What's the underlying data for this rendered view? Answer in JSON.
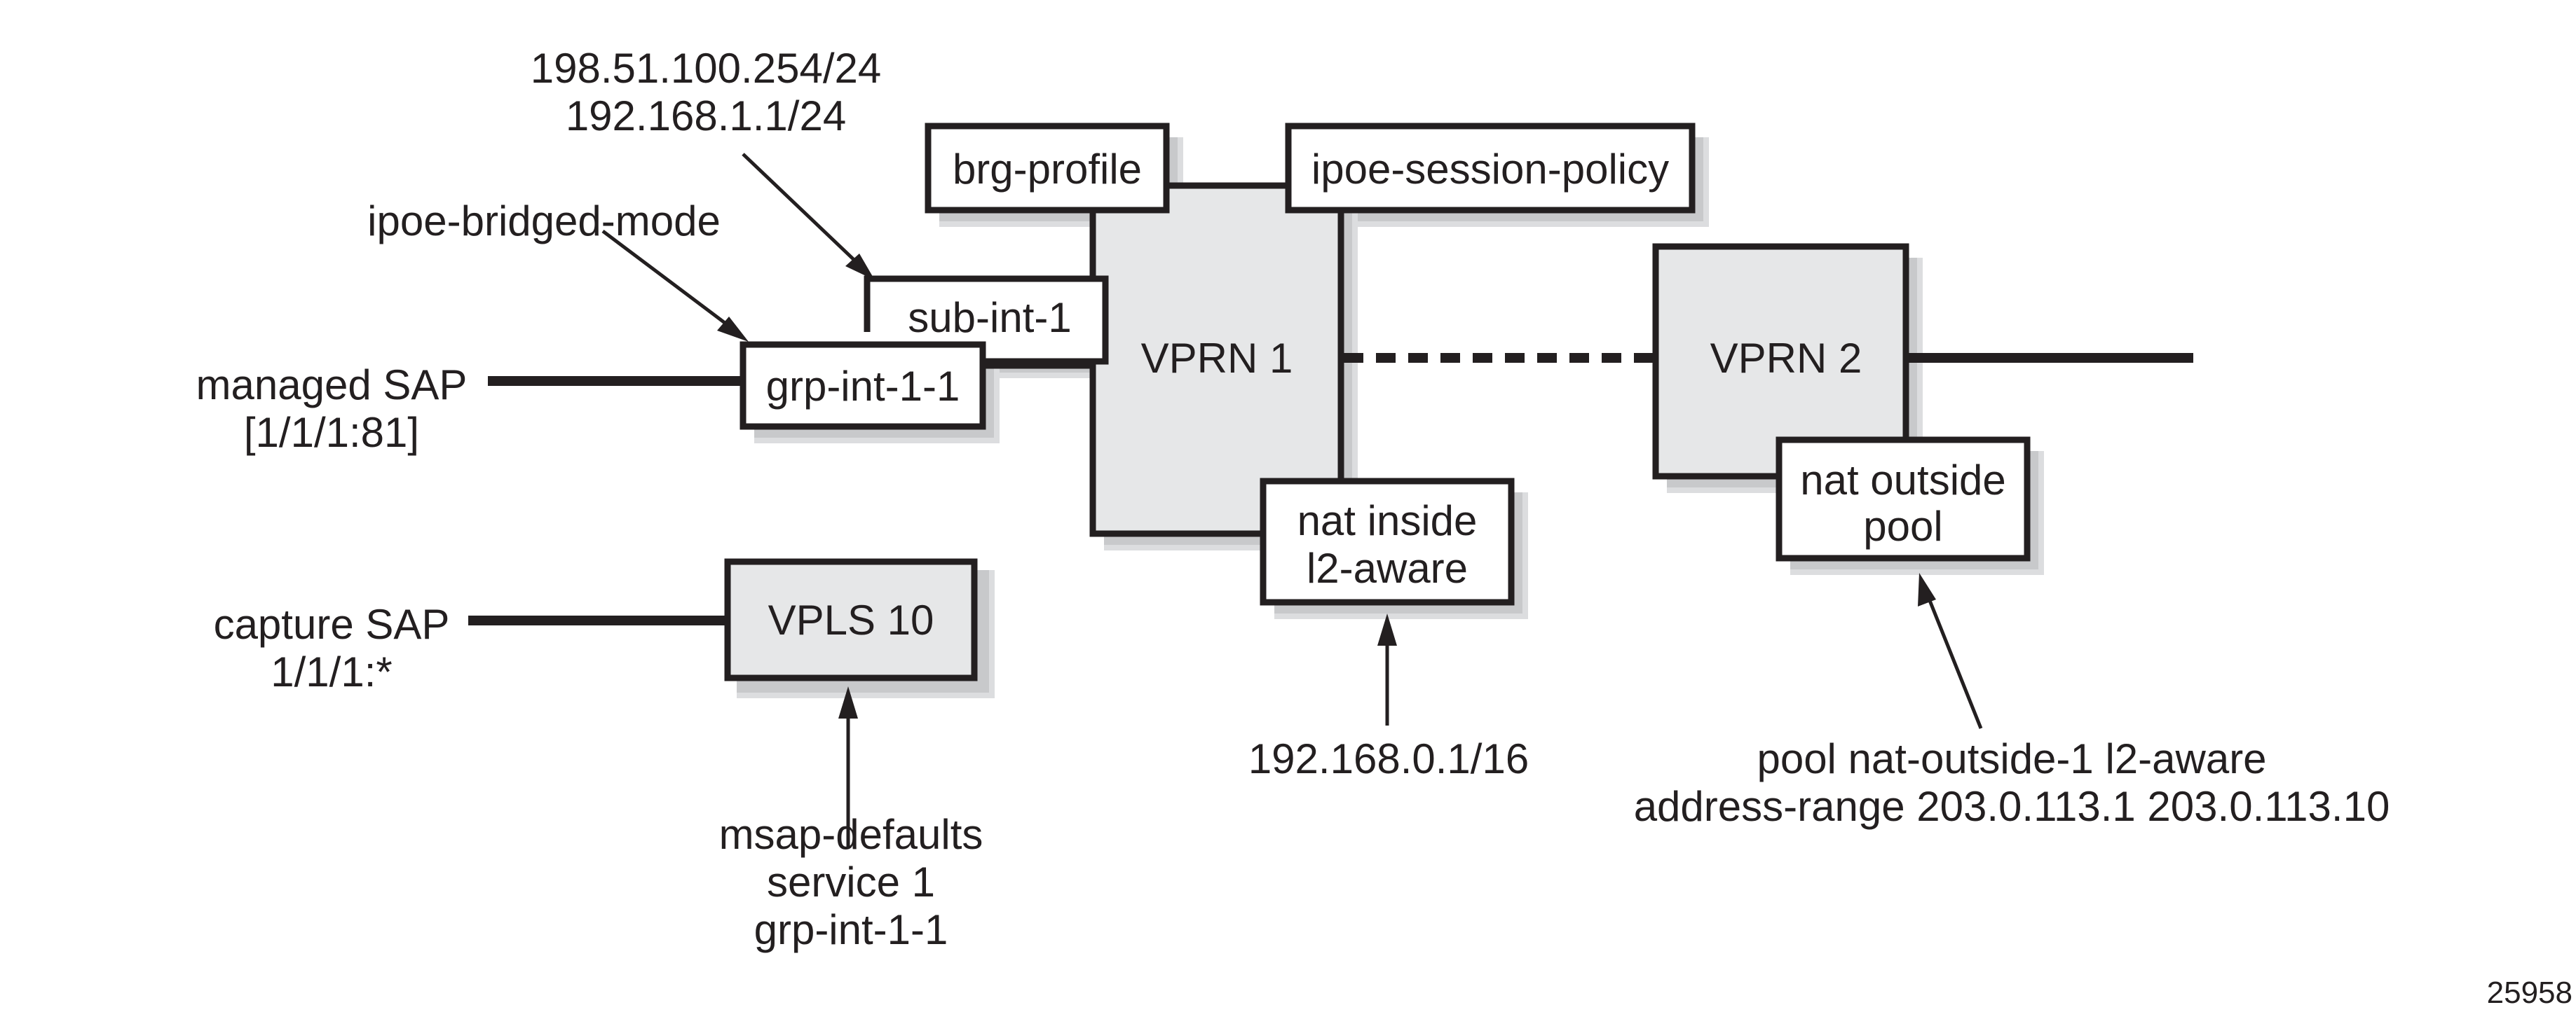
{
  "diagram": {
    "labels": {
      "sub_int_addresses": [
        "198.51.100.254/24",
        "192.168.1.1/24"
      ],
      "ipoe_bridged_mode": "ipoe-bridged-mode",
      "managed_sap": [
        "managed SAP",
        "[1/1/1:81]"
      ],
      "capture_sap": [
        "capture SAP",
        "1/1/1:*"
      ],
      "msap_defaults": [
        "msap-defaults",
        "service 1",
        "grp-int-1-1"
      ],
      "nat_inside_address": "192.168.0.1/16",
      "nat_outside_pool": [
        "pool nat-outside-1  l2-aware",
        "address-range 203.0.113.1 203.0.113.10"
      ],
      "figure_id": "25958"
    },
    "boxes": {
      "brg_profile": "brg-profile",
      "ipoe_session_policy": "ipoe-session-policy",
      "vprn1": "VPRN 1",
      "sub_int": "sub-int-1",
      "grp_int": "grp-int-1-1",
      "vprn2": "VPRN 2",
      "nat_inside": [
        "nat inside",
        "l2-aware"
      ],
      "nat_outside": [
        "nat outside",
        "pool"
      ],
      "vpls": "VPLS 10"
    },
    "colors": {
      "stroke": "#231f20",
      "service_fill": "#e6e7e8",
      "shadow": "#c8c9cb"
    }
  }
}
